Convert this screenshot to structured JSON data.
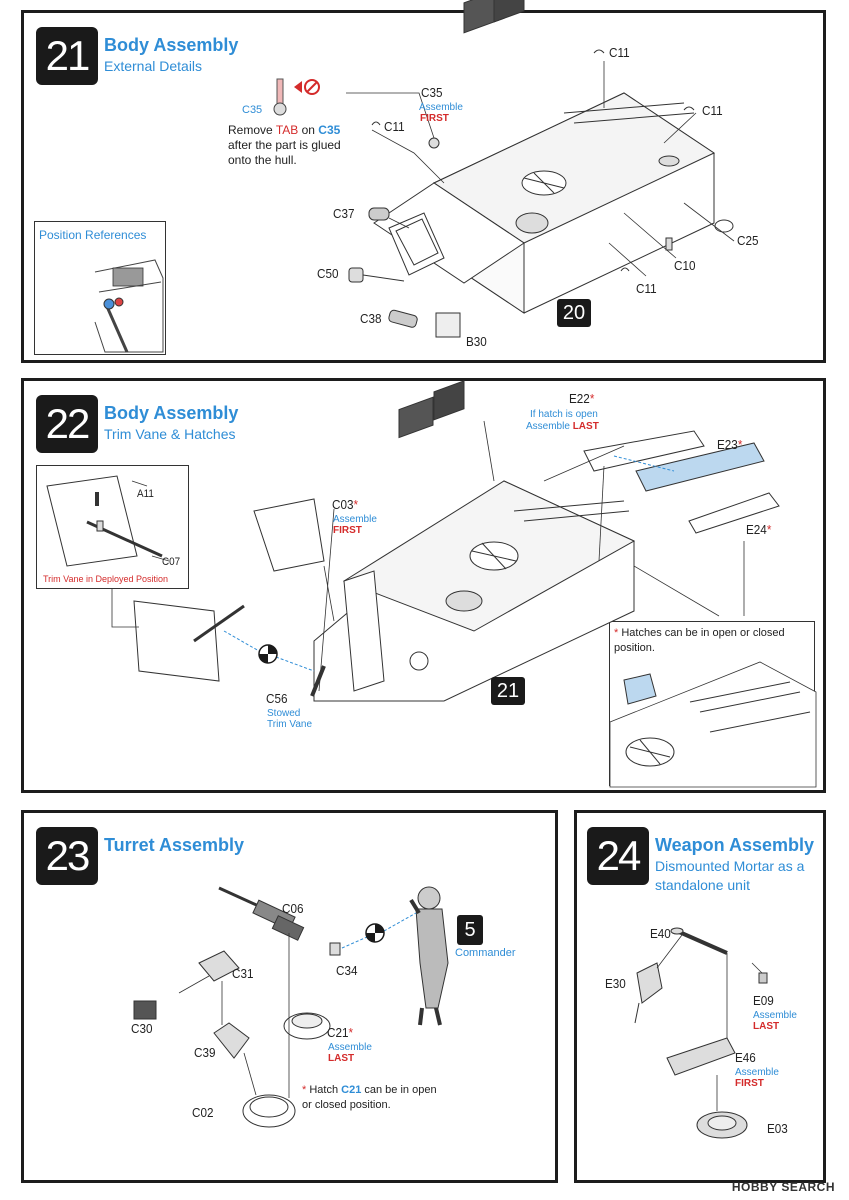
{
  "step21": {
    "number": "21",
    "title": "Body Assembly",
    "subtitle": "External Details",
    "tab_note": {
      "part": "C35",
      "pre": "Remove ",
      "tab": "TAB",
      "on": " on ",
      "part2": "C35",
      "post": "after the part is glued onto the hull."
    },
    "position_ref": "Position References",
    "ref_step": "20",
    "labels": {
      "c35": "C35",
      "c35_assemble": "Assemble",
      "c35_first": "FIRST",
      "c11_a": "C11",
      "c11_b": "C11",
      "c11_c": "C11",
      "c11_d": "C11",
      "c37": "C37",
      "c50": "C50",
      "c38": "C38",
      "b30": "B30",
      "c10": "C10",
      "c25": "C25"
    }
  },
  "step22": {
    "number": "22",
    "title": "Body Assembly",
    "subtitle": "Trim Vane & Hatches",
    "ref_step": "21",
    "deployed_caption": "Trim Vane in Deployed Position",
    "hatch_note": "Hatches can be in open or closed position.",
    "labels": {
      "a11": "A11",
      "c07": "C07",
      "c03": "C03",
      "c03_assemble": "Assemble",
      "c03_first": "FIRST",
      "c56": "C56",
      "c56_stowed": "Stowed",
      "c56_trim": "Trim Vane",
      "e22": "E22",
      "e22_if": "If hatch is open",
      "e22_assemble": "Assemble",
      "e22_last": "LAST",
      "e23": "E23",
      "e24": "E24"
    }
  },
  "step23": {
    "number": "23",
    "title": "Turret Assembly",
    "commander_num": "5",
    "commander_label": "Commander",
    "hatch_note_pre": "Hatch ",
    "hatch_note_part": "C21",
    "hatch_note_post": " can be in open or closed position.",
    "labels": {
      "c06": "C06",
      "c31": "C31",
      "c30": "C30",
      "c34": "C34",
      "c39": "C39",
      "c02": "C02",
      "c21": "C21",
      "c21_assemble": "Assemble",
      "c21_last": "LAST"
    }
  },
  "step24": {
    "number": "24",
    "title": "Weapon Assembly",
    "subtitle_1": "Dismounted Mortar as a",
    "subtitle_2": "standalone unit",
    "labels": {
      "e40": "E40",
      "e30": "E30",
      "e09": "E09",
      "e09_assemble": "Assemble",
      "e09_last": "LAST",
      "e46": "E46",
      "e46_assemble": "Assemble",
      "e46_first": "FIRST",
      "e03": "E03"
    }
  },
  "watermark": "HOBBY SEARCH",
  "colors": {
    "accent_blue": "#2f8dd6",
    "alert_red": "#d42b2b",
    "frame": "#1d1d1d"
  }
}
